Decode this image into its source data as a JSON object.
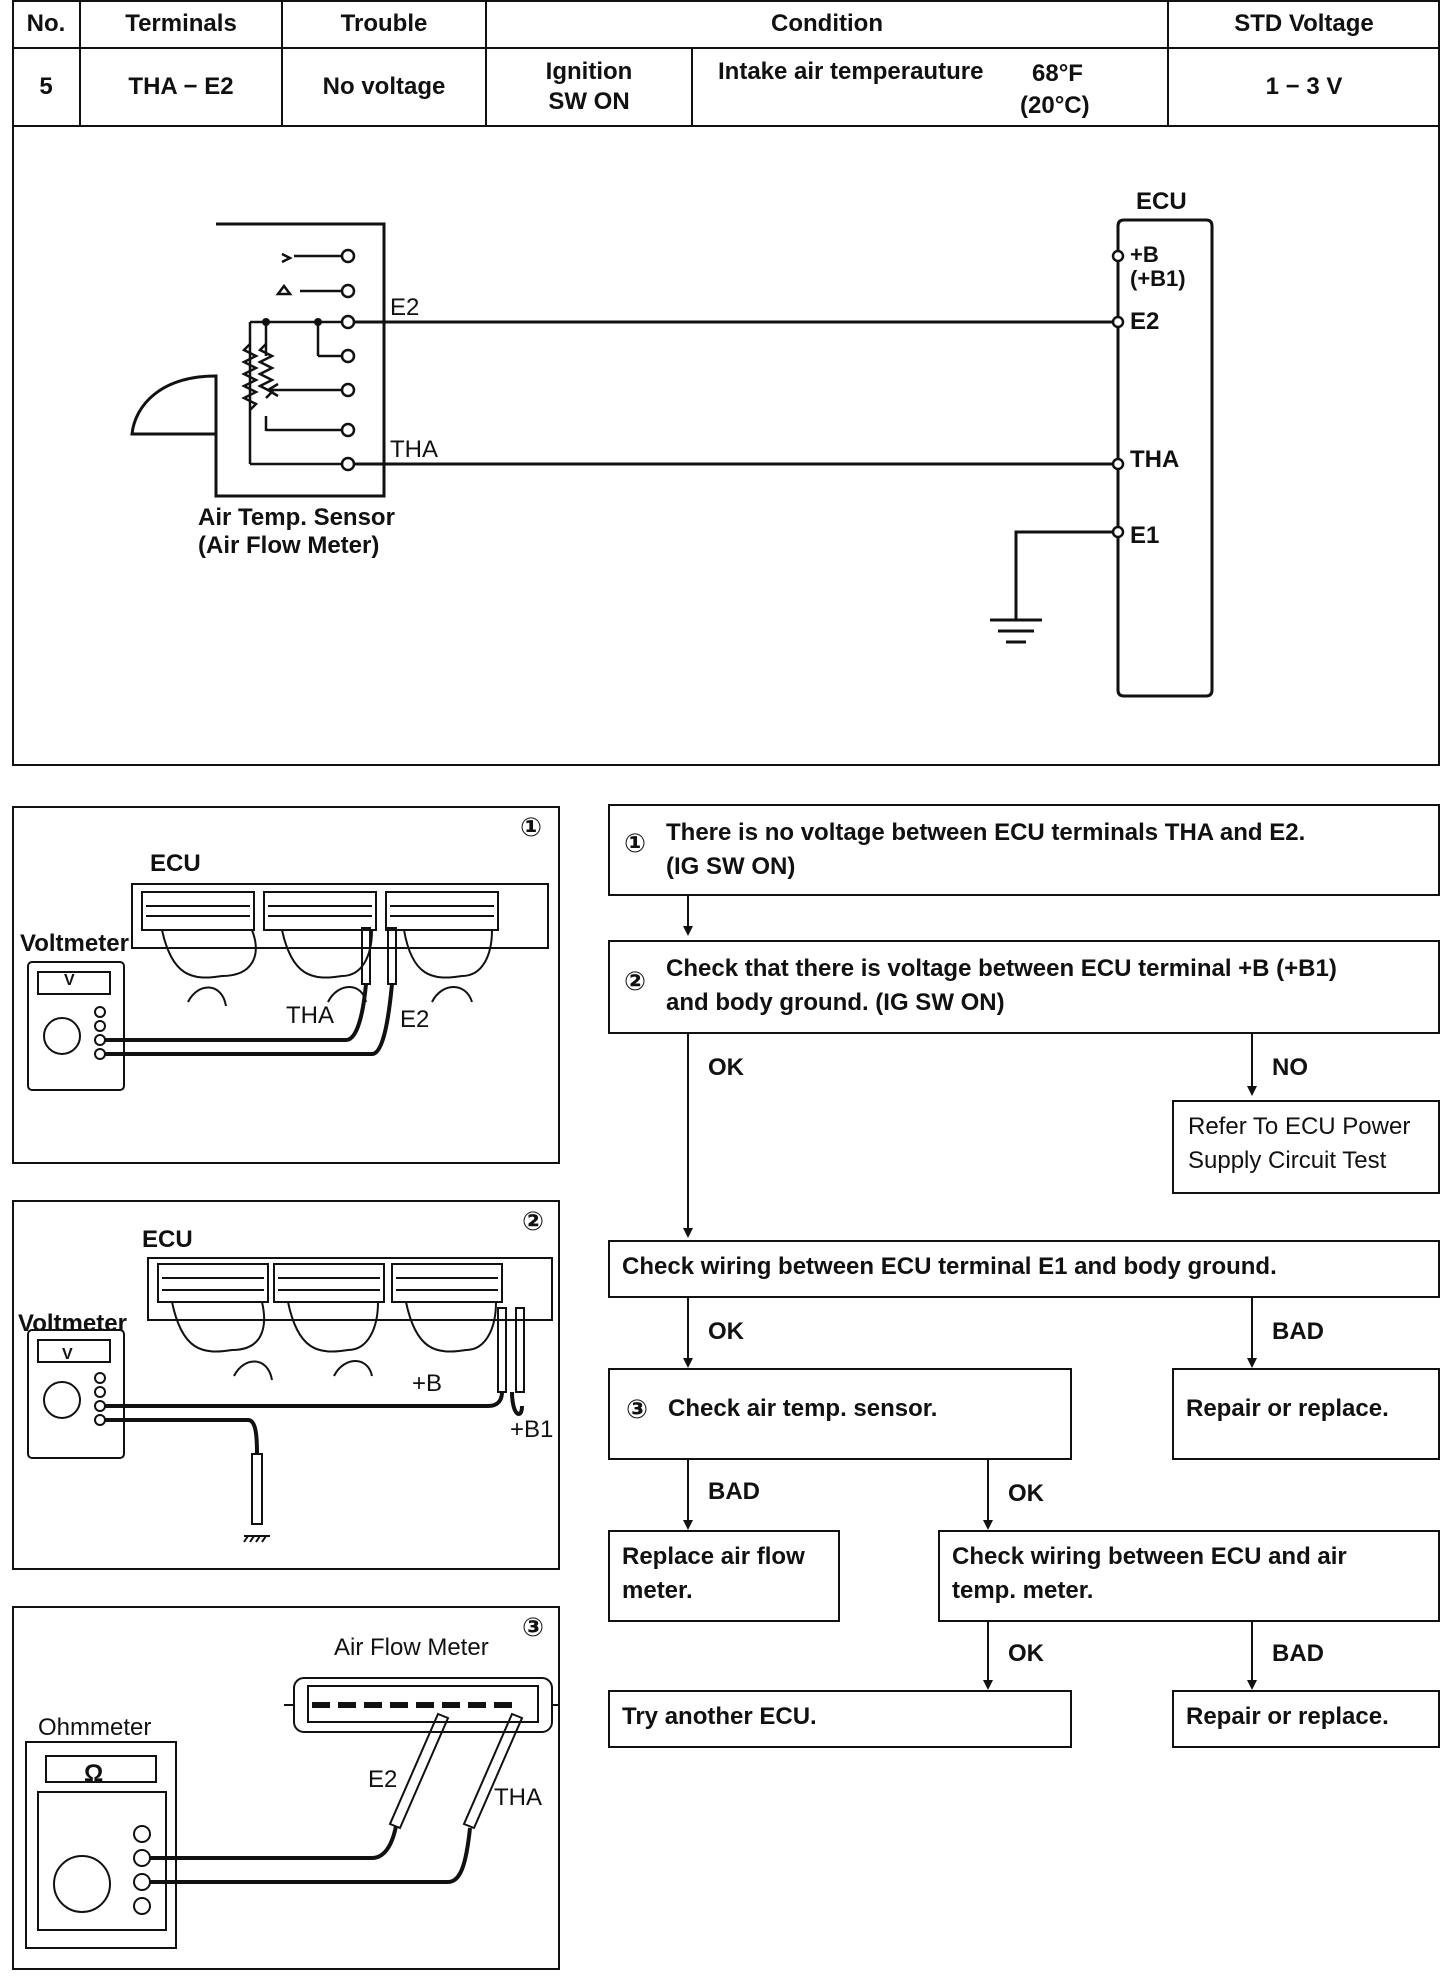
{
  "table": {
    "headers": [
      "No.",
      "Terminals",
      "Trouble",
      "Condition",
      "STD Voltage"
    ],
    "row": {
      "no": "5",
      "terminals": "THA − E2",
      "trouble": "No voltage",
      "condition_a_line1": "Ignition",
      "condition_a_line2": "SW ON",
      "condition_b_line1": "Intake air temperauture",
      "condition_b_temp_f": "68°F",
      "condition_b_temp_c": "(20°C)",
      "std_voltage": "1 − 3 V"
    }
  },
  "circuit": {
    "ecu_title": "ECU",
    "ecu_pins": [
      "+B",
      "(+B1)",
      "E2",
      "THA",
      "E1"
    ],
    "sensor_pins": [
      "E2",
      "THA"
    ],
    "sensor_caption_line1": "Air Temp. Sensor",
    "sensor_caption_line2": "(Air Flow Meter)"
  },
  "illustrations": {
    "fig1": {
      "number": "①",
      "ecu": "ECU",
      "meter": "Voltmeter",
      "meter_face": "V",
      "probe_a": "THA",
      "probe_b": "E2"
    },
    "fig2": {
      "number": "②",
      "ecu": "ECU",
      "meter": "Voltmeter",
      "meter_face": "V",
      "probe_a": "+B",
      "probe_b": "+B1"
    },
    "fig3": {
      "number": "③",
      "device": "Air Flow Meter",
      "meter": "Ohmmeter",
      "meter_face": "Ω",
      "probe_a": "E2",
      "probe_b": "THA"
    }
  },
  "flow": {
    "step1_num": "①",
    "step1_line1": "There is no voltage between ECU terminals THA and E2.",
    "step1_line2": "(IG SW ON)",
    "step2_num": "②",
    "step2_line1": "Check that there is voltage between ECU terminal  +B (+B1)",
    "step2_line2": "and body ground. (IG SW ON)",
    "ok_1": "OK",
    "no_1": "NO",
    "power_ref_line1": "Refer To ECU Power",
    "power_ref_line2": "Supply Circuit Test",
    "check_e1": "Check wiring between ECU terminal E1 and body ground.",
    "ok_2": "OK",
    "bad_1": "BAD",
    "step3_num": "③",
    "step3_text": "Check air temp. sensor.",
    "repair_1": "Repair or replace.",
    "bad_2": "BAD",
    "ok_3": "OK",
    "replace_afm_line1": "Replace air flow",
    "replace_afm_line2": "meter.",
    "check_wiring_line1": "Check wiring between ECU and air",
    "check_wiring_line2": "temp. meter.",
    "ok_4": "OK",
    "bad_3": "BAD",
    "try_ecu": "Try another ECU.",
    "repair_2": "Repair or replace."
  }
}
